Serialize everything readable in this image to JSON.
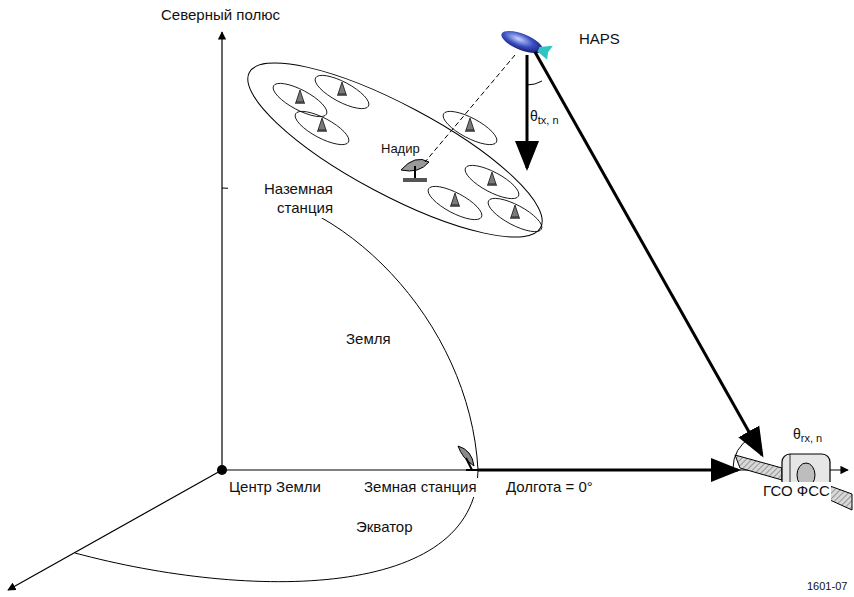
{
  "diagram": {
    "labels": [
      "Северный полюс",
      "HAPS",
      "θtx, n",
      "Надир",
      "Наземная станция",
      "Земля",
      "Центр Земли",
      "Земная станция",
      "Долгота = 0°",
      "ГСО ФСС",
      "θrx, n",
      "Экватор",
      "1601-07"
    ]
  }
}
